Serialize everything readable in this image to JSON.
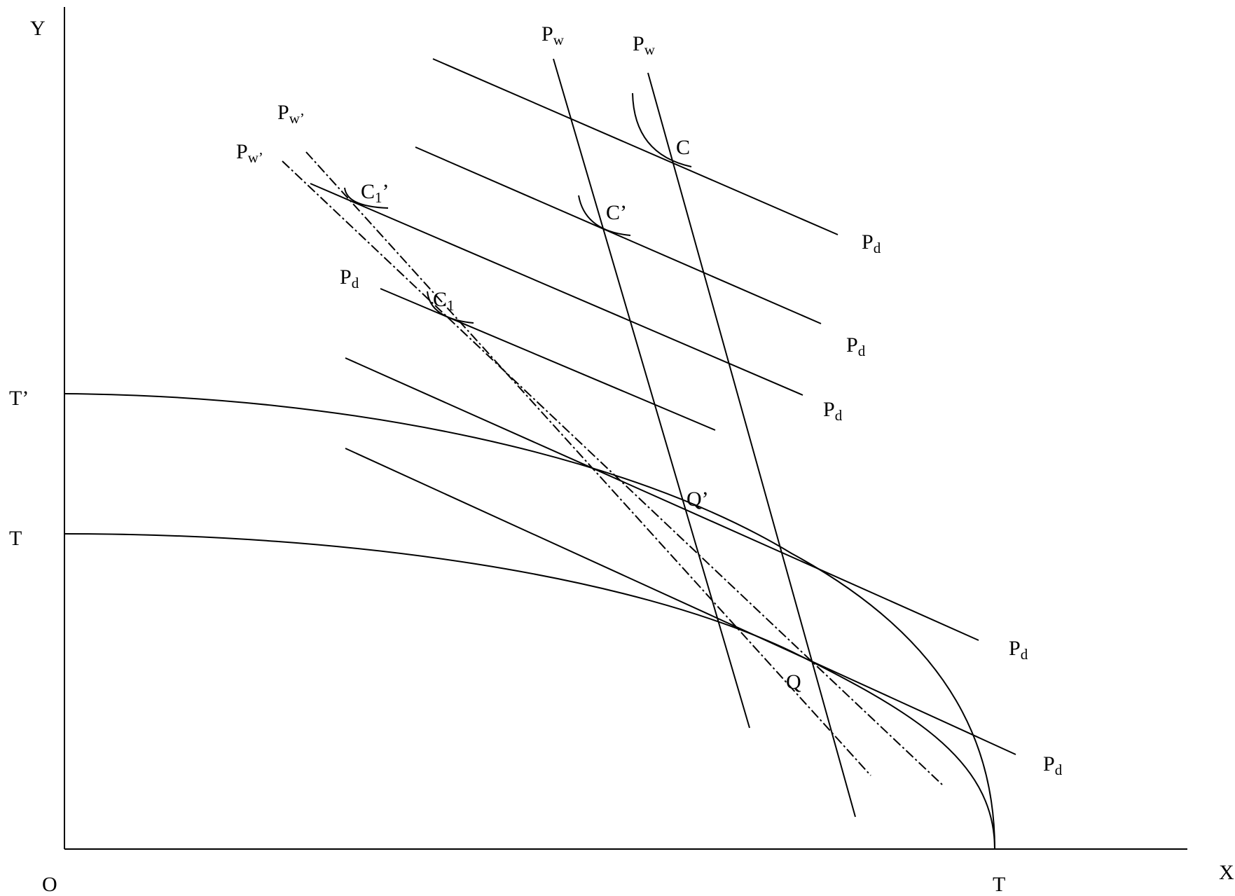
{
  "axes": {
    "y": "Y",
    "x": "X",
    "origin": "O",
    "t_x": "T",
    "t_y": "T",
    "t_prime_y": "T’"
  },
  "labels": {
    "pw_main": "P",
    "pw_sub": "w",
    "pw_prime_sub": "w’",
    "pd_main": "P",
    "pd_sub": "d",
    "c": "C",
    "c_prime": "C’",
    "c1_main": "C",
    "c1_sub": "1",
    "c1_prime_mark": "’",
    "q": "Q",
    "q_prime": "Q’"
  }
}
